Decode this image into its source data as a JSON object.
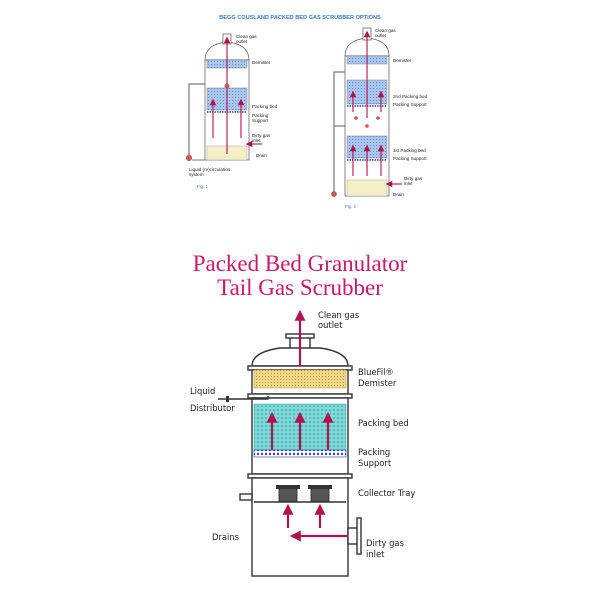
{
  "top": {
    "title": "BEGG COUSLAND PACKED BED GAS SCRUBBER OPTIONS",
    "fig1": {
      "caption": "Fig. 1",
      "clean_gas": [
        "Clean gas",
        "outlet"
      ],
      "demister": "Demister",
      "packing_bed": "Packing bed",
      "packing_support": [
        "Packing",
        "Support"
      ],
      "dirty_gas": [
        "Dirty gas",
        "inlet"
      ],
      "drain": "Drain",
      "liquid_recirc": [
        "Liquid (re)circulation",
        "system"
      ]
    },
    "fig2": {
      "caption": "Fig. 2",
      "clean_gas": [
        "Clean gas",
        "outlet"
      ],
      "demister": "Demister",
      "packing_bed_2": "2nd Packing bed",
      "packing_support_2": "Packing Support",
      "packing_bed_1": "1st Packing bed",
      "packing_support_1": "Packing Support",
      "dirty_gas": [
        "Dirty gas",
        "inlet"
      ],
      "drain": "Drain"
    }
  },
  "main": {
    "title_line1": "Packed Bed Granulator",
    "title_line2": "Tail Gas Scrubber",
    "labels": {
      "clean_gas": [
        "Clean gas",
        "outlet"
      ],
      "demister": [
        "BlueFil®",
        "Demister"
      ],
      "liquid": "Liquid",
      "distributor": "Distributor",
      "packing_bed": "Packing bed",
      "packing_support": [
        "Packing",
        "Support"
      ],
      "collector_tray": "Collector Tray",
      "drains": "Drains",
      "dirty_gas": [
        "Dirty gas",
        "inlet"
      ]
    }
  },
  "colors": {
    "arrow": "#b0134f",
    "title": "#c8186e",
    "packing": "#7fd8d8",
    "demister": "#f2d98a",
    "support": "#3344aa",
    "top_text": "#3a78c8"
  }
}
